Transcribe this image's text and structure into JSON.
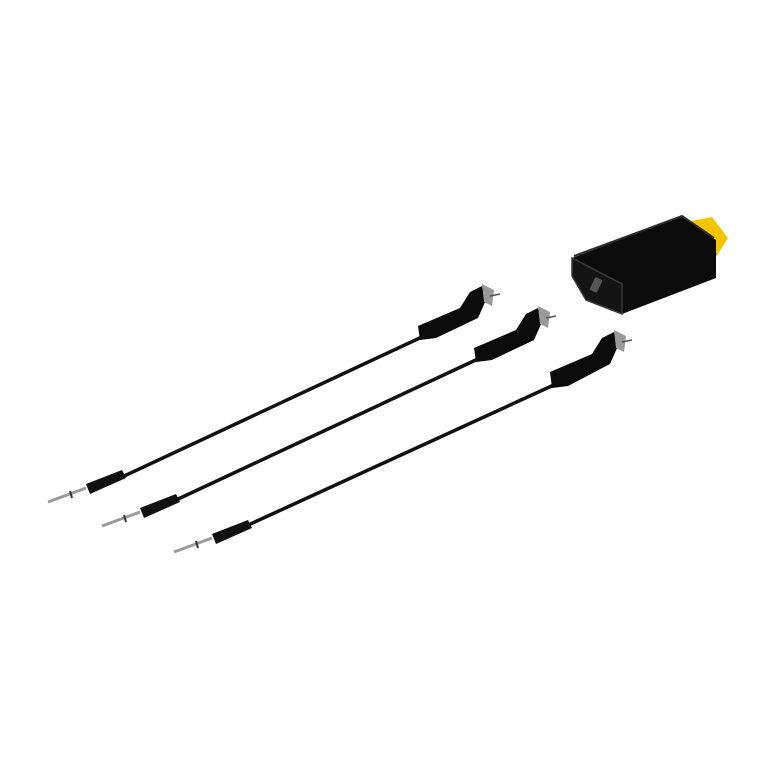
{
  "scene": {
    "background": "#ffffff",
    "colors": {
      "cable": "#111111",
      "body": "#0b0b0b",
      "edge": "#3a3a3a",
      "connector_tip": "#f5c400",
      "metal": "#9a9a9a",
      "metal_dark": "#555555"
    },
    "objects": [
      {
        "name": "adapter-block",
        "icon": "usb-adapter"
      },
      {
        "name": "cable-1",
        "icon": "audio-cable"
      },
      {
        "name": "cable-2",
        "icon": "audio-cable"
      },
      {
        "name": "cable-3",
        "icon": "audio-cable"
      }
    ]
  }
}
